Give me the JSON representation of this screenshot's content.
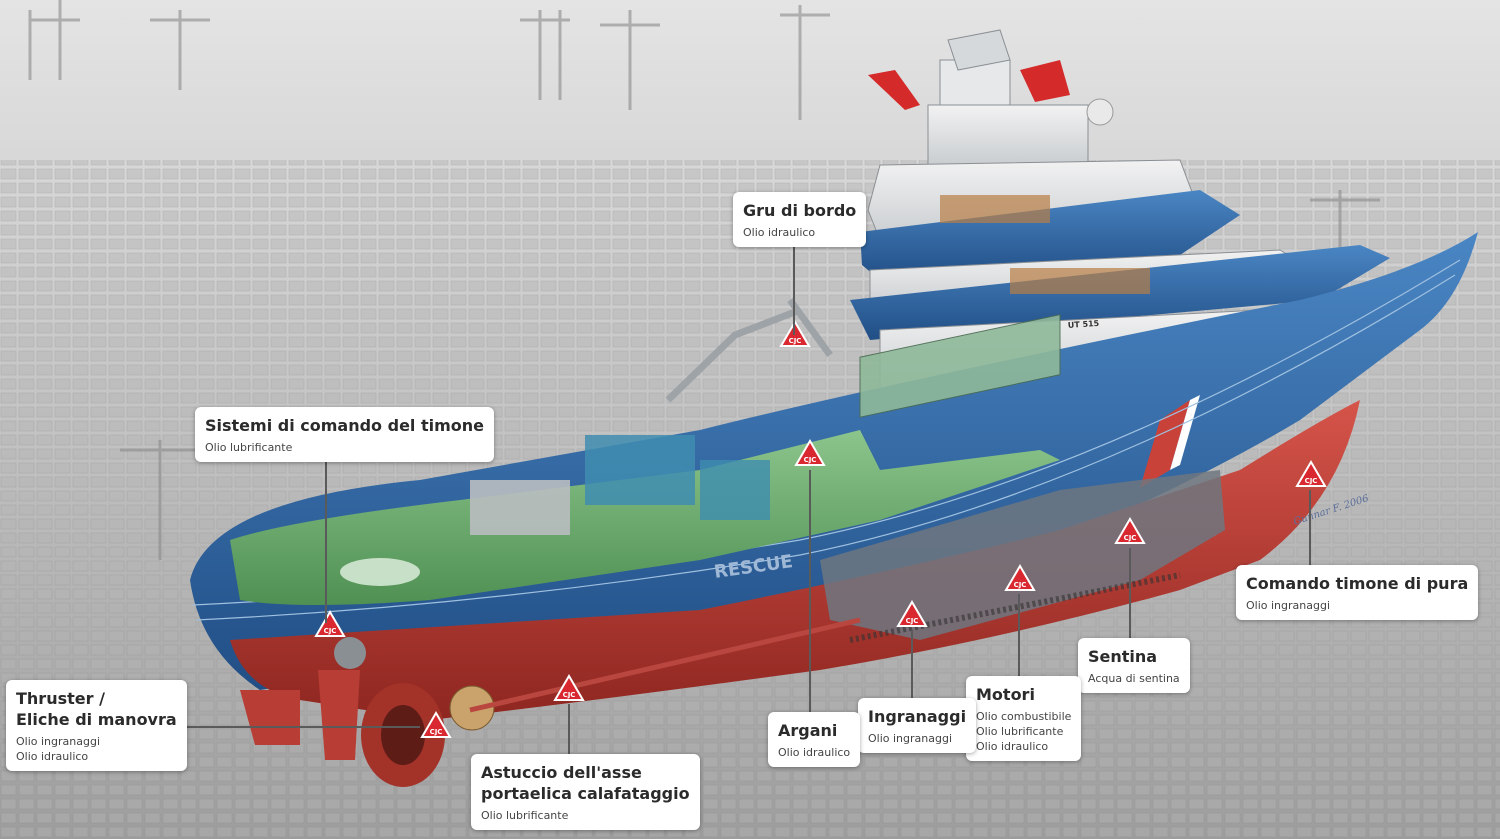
{
  "callouts": [
    {
      "id": "gru",
      "title": "Gru di bordo",
      "subtitle": "Olio idraulico"
    },
    {
      "id": "timone",
      "title": "Sistemi di comando del timone",
      "subtitle": "Olio lubrificante"
    },
    {
      "id": "comando",
      "title": "Comando timone di pura",
      "subtitle": "Olio ingranaggi"
    },
    {
      "id": "sentina",
      "title": "Sentina",
      "subtitle": "Acqua di sentina"
    },
    {
      "id": "motori",
      "title": "Motori",
      "subtitle": "Olio combustibile\nOlio lubrificante\nOlio idraulico"
    },
    {
      "id": "ingranaggi",
      "title": "Ingranaggi",
      "subtitle": "Olio ingranaggi"
    },
    {
      "id": "argani",
      "title": "Argani",
      "subtitle": "Olio idraulico"
    },
    {
      "id": "thruster",
      "title": "Thruster /\nEliche di manovra",
      "subtitle": "Olio ingranaggi\nOlio idraulico"
    },
    {
      "id": "astuccio",
      "title": "Astuccio dell'asse\nportaelica calafataggio",
      "subtitle": "Olio lubrificante"
    }
  ],
  "ship": {
    "hull_name": "RESCUE",
    "bridge_label": "UT 515",
    "marker_label": "CJC",
    "signature": "Gunnar F. 2006"
  },
  "colors": {
    "hull_blue": "#2f6aa8",
    "hull_red": "#c9423a",
    "deck_green": "#5fa55f",
    "background": "#c8c8c8",
    "marker_red": "#d9282f"
  }
}
